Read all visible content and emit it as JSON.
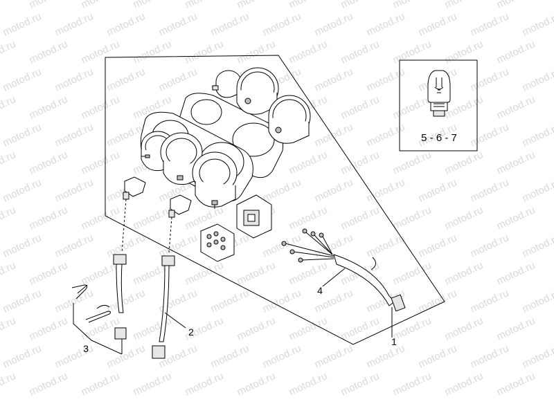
{
  "watermark": "motod.ru",
  "inset": {
    "label": "5 - 6 - 7"
  },
  "callouts": [
    {
      "id": "1",
      "text": "1"
    },
    {
      "id": "2",
      "text": "2"
    },
    {
      "id": "3",
      "text": "3"
    },
    {
      "id": "4",
      "text": "4"
    }
  ]
}
